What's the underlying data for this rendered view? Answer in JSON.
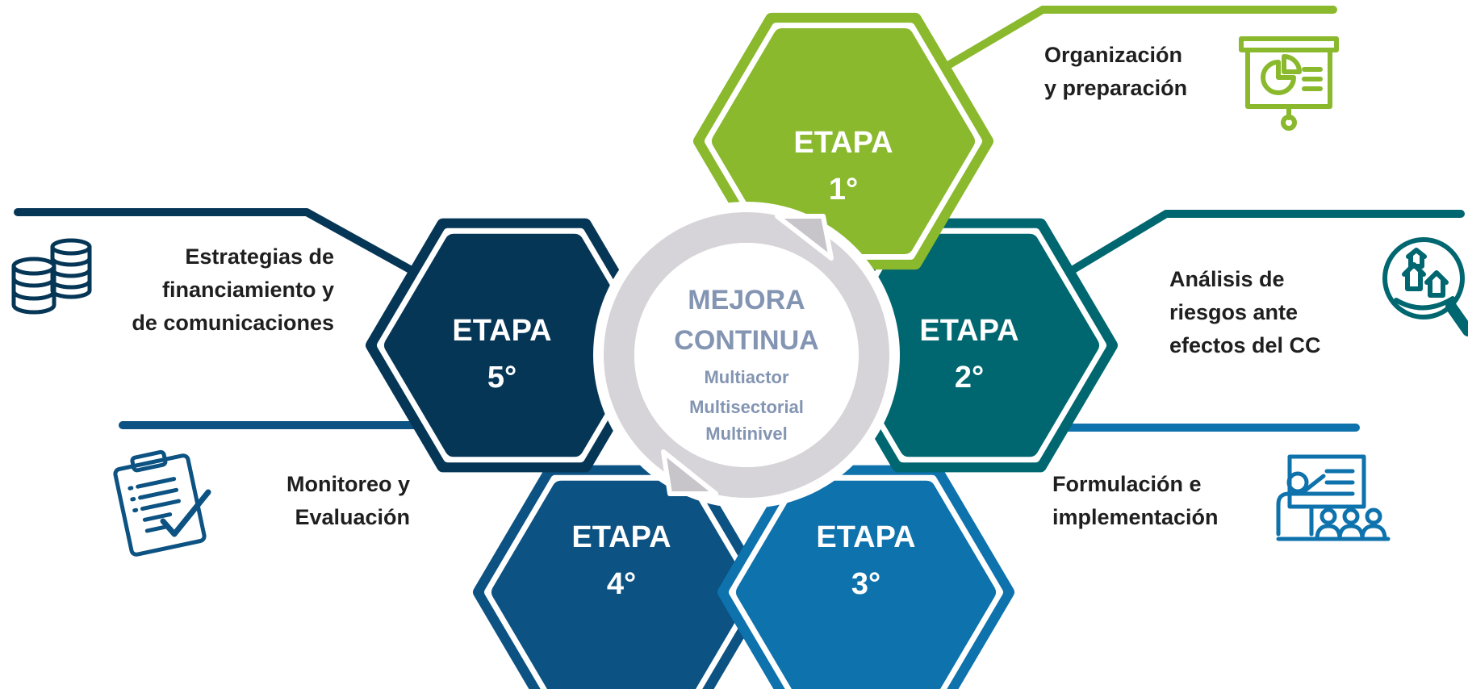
{
  "colors": {
    "stage1": "#8ab92d",
    "stage2": "#006770",
    "stage3": "#0e72ad",
    "stage4": "#0c5282",
    "stage5": "#063656",
    "center_ring": "#d6d4d8",
    "center_text": "#8395b2"
  },
  "center": {
    "title_line1": "MEJORA",
    "title_line2": "CONTINUA",
    "sub1": "Multiactor",
    "sub2": "Multisectorial",
    "sub3": "Multinivel"
  },
  "stages": [
    {
      "word": "ETAPA",
      "num": "1°",
      "label": [
        "Organización",
        "y preparación"
      ],
      "icon": "presentation-chart-icon"
    },
    {
      "word": "ETAPA",
      "num": "2°",
      "label": [
        "Análisis de",
        "riesgos ante",
        "efectos del CC"
      ],
      "icon": "risk-magnifier-houses-icon"
    },
    {
      "word": "ETAPA",
      "num": "3°",
      "label": [
        "Formulación e",
        "implementación"
      ],
      "icon": "training-audience-icon"
    },
    {
      "word": "ETAPA",
      "num": "4°",
      "label": [
        "Monitoreo y",
        "Evaluación"
      ],
      "icon": "clipboard-checklist-icon"
    },
    {
      "word": "ETAPA",
      "num": "5°",
      "label": [
        "Estrategias de",
        "financiamiento y",
        "de comunicaciones"
      ],
      "icon": "coin-stacks-icon"
    }
  ]
}
